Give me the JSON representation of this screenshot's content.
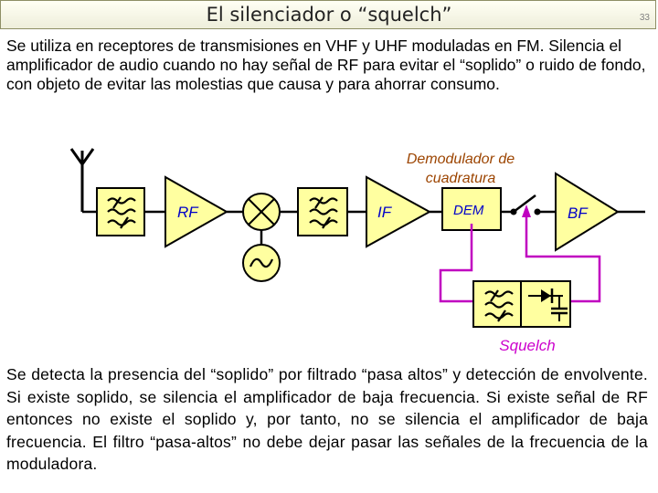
{
  "slide": {
    "title": "El silenciador o “squelch”",
    "number": "33"
  },
  "intro_text": "Se utiliza en receptores de transmisiones en VHF y UHF moduladas en FM. Silencia el amplificador de audio cuando no hay señal de RF para evitar el “soplido” o ruido de fondo, con objeto de evitar las molestias que causa y para ahorrar consumo.",
  "diagram": {
    "demod_label_line1": "Demodulador de",
    "demod_label_line2": "cuadratura",
    "rf_label": "RF",
    "if_label": "IF",
    "dem_label": "DEM",
    "bf_label": "BF",
    "squelch_label": "Squelch",
    "colors": {
      "block_fill": "#ffffa0",
      "stroke": "#000000",
      "label_blue": "#0000c8",
      "demod_label": "#9c4400",
      "squelch_wire": "#c000c0",
      "squelch_label": "#cc00cc"
    }
  },
  "outro_text": "Se detecta la presencia del “soplido” por filtrado “pasa altos” y detección de envolvente. Si existe soplido, se silencia el amplificador de baja frecuencia. Si existe señal de RF entonces no existe el soplido y, por tanto, no se silencia el amplificador de baja frecuencia. El filtro “pasa-altos” no debe dejar pasar las señales de la frecuencia de la moduladora."
}
